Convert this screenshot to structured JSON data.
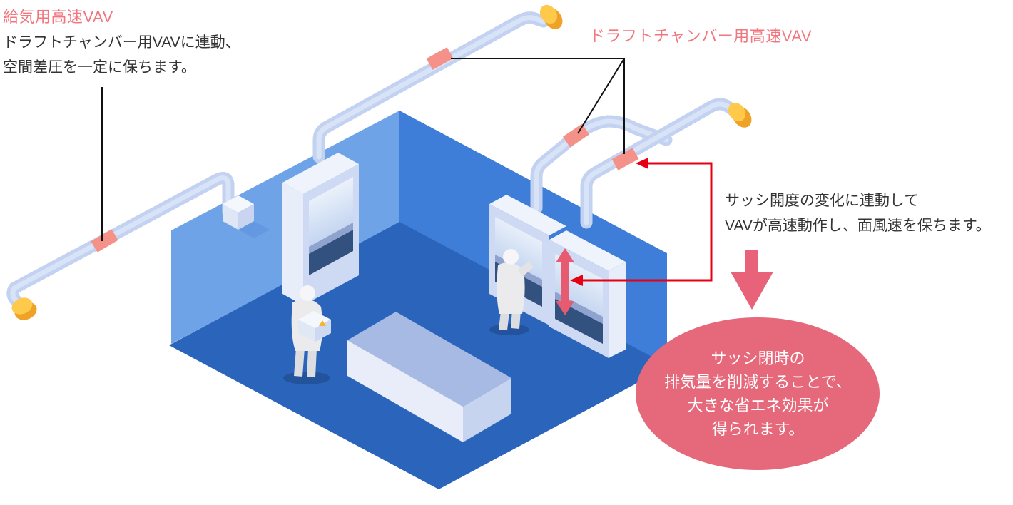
{
  "annotations": {
    "supply_vav": {
      "label": "給気用高速VAV",
      "description": "ドラフトチャンバー用VAVに連動、\n空間差圧を一定に保ちます。"
    },
    "draft_chamber_vav": {
      "label": "ドラフトチャンバー用高速VAV"
    },
    "sash_note": "サッシ開度の変化に連動して\nVAVが高速動作し、面風速を保ちます。",
    "energy_saving_note": "サッシ閉時の\n排気量を削減することで、\n大きな省エネ効果が\n得られます。"
  },
  "colors": {
    "label_pink": "#F2767E",
    "annotation_red": "#E60012",
    "big_arrow_pink": "#E8637A",
    "ellipse_pink": "#E5697B",
    "vav_band_pink": "#F4928A",
    "duct_blue": "#C2D2F0",
    "duct_highlight": "#D8E3F8",
    "wall_left_blue": "#6FA3E8",
    "wall_right_blue": "#3E7DD8",
    "floor_blue": "#2B65BB",
    "cap_yellow": "#FFC94A"
  }
}
